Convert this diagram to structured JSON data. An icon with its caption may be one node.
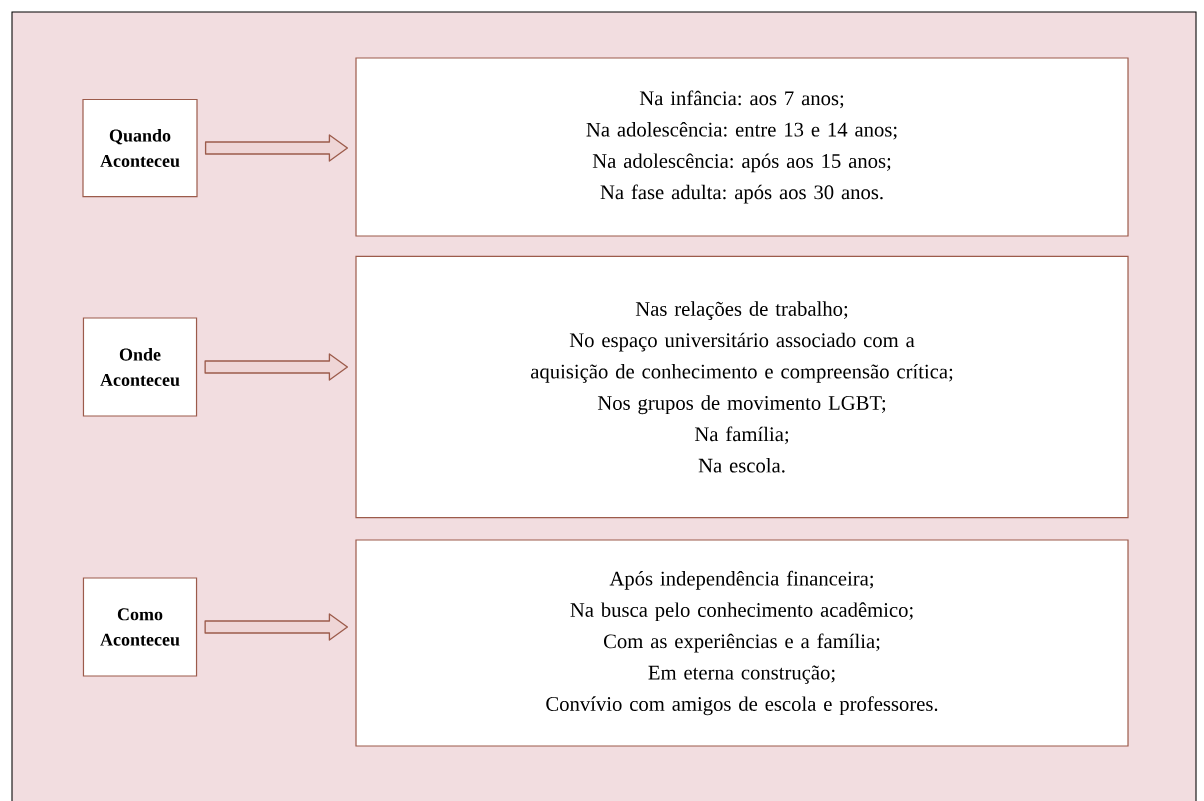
{
  "diagram": {
    "nodes": [
      {
        "text": [
          "Quando Aconteceu"
        ]
      },
      {
        "text": [
          "Na infância: aos 7 anos;",
          "Na adolescência: entre 13 e 14 anos;",
          "Na adolescência: após aos 15 anos;",
          "Na fase adulta: após aos 30 anos."
        ]
      },
      {
        "text": [
          "Onde Aconteceu"
        ]
      },
      {
        "text": [
          "Nas relações de trabalho;",
          "No espaço universitário associado com a aquisição de conhecimento e compreensão crítica;",
          "Nos grupos de movimento LGBT;",
          "Na família;",
          "Na escola."
        ]
      },
      {
        "text": [
          "Como Aconteceu"
        ]
      },
      {
        "text": [
          "Após independência financeira;",
          "Na busca pelo conhecimento acadêmico;",
          "Com as experiências e a família;",
          "Em eterna construção;",
          "Convívio com amigos de escola e professores."
        ]
      }
    ],
    "edges": [
      {
        "from": 0,
        "to": 1,
        "arrow": "to"
      },
      {
        "from": 2,
        "to": 3,
        "arrow": "to"
      },
      {
        "from": 4,
        "to": 5,
        "arrow": "to"
      }
    ]
  }
}
